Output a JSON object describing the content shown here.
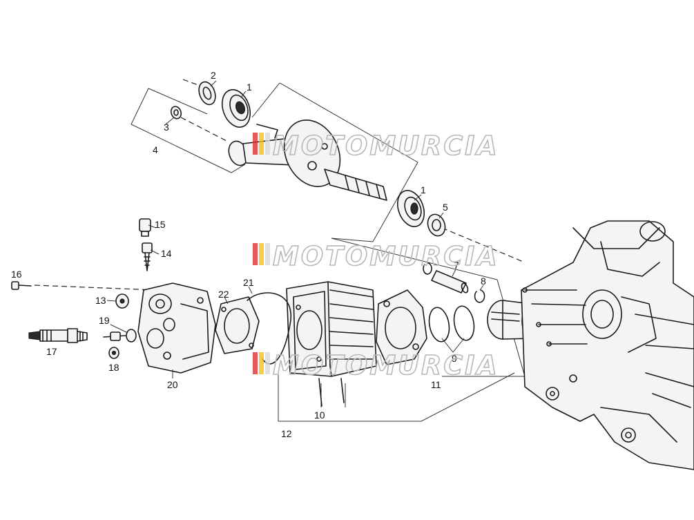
{
  "callouts": {
    "c1a": "1",
    "c1b": "1",
    "c2": "2",
    "c3": "3",
    "c4": "4",
    "c5": "5",
    "c7": "7",
    "c8": "8",
    "c9": "9",
    "c10": "10",
    "c11": "11",
    "c12": "12",
    "c13": "13",
    "c14": "14",
    "c15": "15",
    "c16": "16",
    "c17": "17",
    "c18": "18",
    "c19": "19",
    "c20": "20",
    "c21": "21",
    "c22": "22"
  },
  "watermark": {
    "text": "MOTOMURCIA",
    "stripe_colors": [
      "#e03030",
      "#f0c020",
      "#d8d8d8"
    ]
  },
  "colors": {
    "line": "#1a1a1a",
    "watermark": "#b8b8b8",
    "background": "#ffffff"
  }
}
